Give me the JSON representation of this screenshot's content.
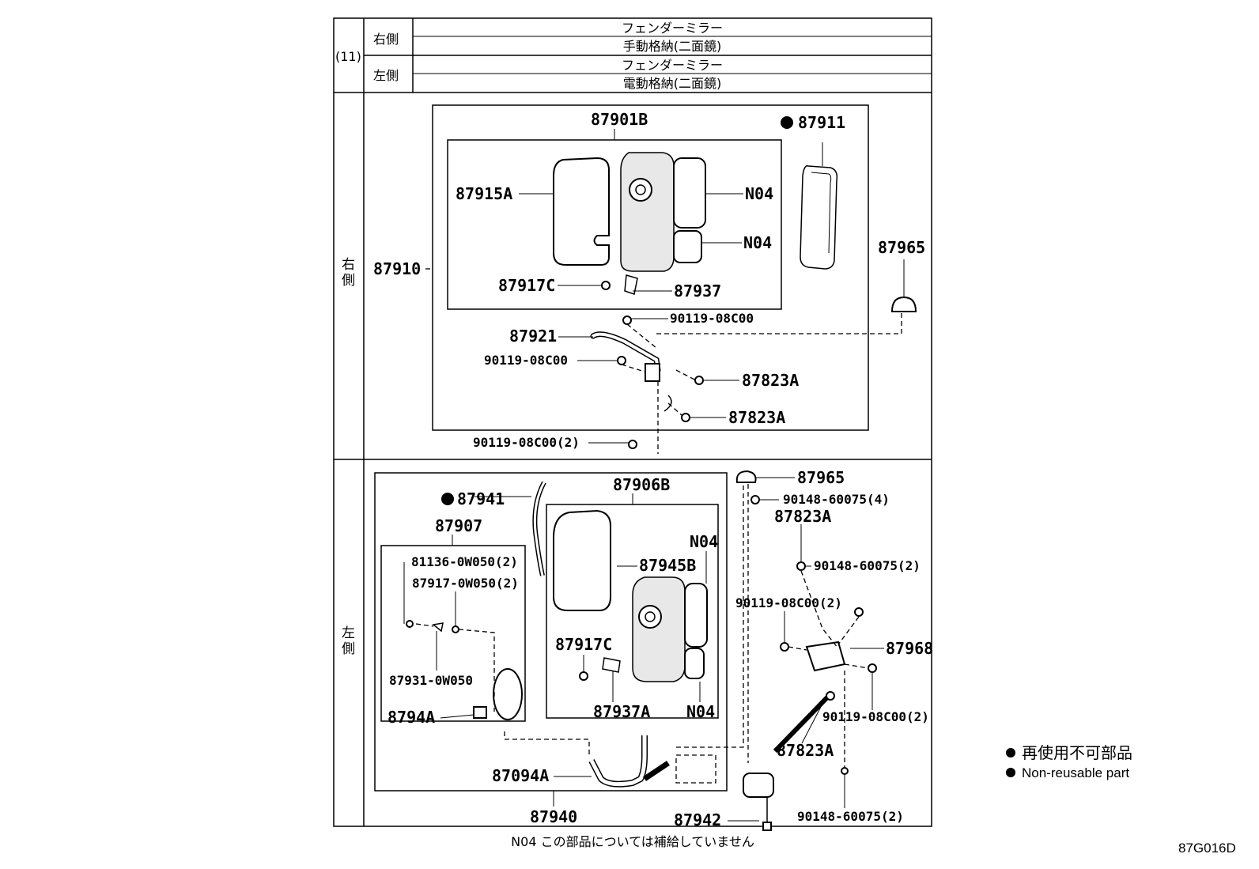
{
  "header": {
    "row_number": "(11)",
    "right_label": "右側",
    "left_label": "左側",
    "right_desc_1": "フェンダーミラー",
    "right_desc_2": "手動格納(二面鏡)",
    "left_desc_1": "フェンダーミラー",
    "left_desc_2": "電動格納(二面鏡)"
  },
  "sections": {
    "right_side_label_1": "右",
    "right_side_label_2": "側",
    "left_side_label_1": "左",
    "left_side_label_2": "側"
  },
  "right_parts": {
    "p87901B": "87901B",
    "p87911": "87911",
    "p87915A": "87915A",
    "pN04a": "N04",
    "pN04b": "N04",
    "p87910": "87910",
    "p87965": "87965",
    "p87917C": "87917C",
    "p87937": "87937",
    "p90119_1": "90119-08C00",
    "p87921": "87921",
    "p90119_2": "90119-08C00",
    "p87823A_1": "87823A",
    "p87823A_2": "87823A",
    "p90119_3": "90119-08C00(2)"
  },
  "left_parts": {
    "p87965": "87965",
    "p87941": "87941",
    "p87906B": "87906B",
    "p90148_4": "90148-60075(4)",
    "p87907": "87907",
    "pN04a": "N04",
    "p87823A_1": "87823A",
    "p81136": "81136-0W050(2)",
    "p87945B": "87945B",
    "p90148_2a": "90148-60075(2)",
    "p87917": "87917-0W050(2)",
    "p90119": "90119-08C00(2)",
    "p87917C": "87917C",
    "p87968": "87968",
    "p87931": "87931-0W050",
    "p8794A": "8794A",
    "p87937A": "87937A",
    "pN04b": "N04",
    "p90119_b": "90119-08C00(2)",
    "p87823A_2": "87823A",
    "p87094A": "87094A",
    "p87940": "87940",
    "p87942": "87942",
    "p90148_2b": "90148-60075(2)"
  },
  "footnote": "N04 この部品については補給していません",
  "legend": {
    "jp": "再使用不可部品",
    "en": "Non-reusable part"
  },
  "figure_id": "87G016D"
}
